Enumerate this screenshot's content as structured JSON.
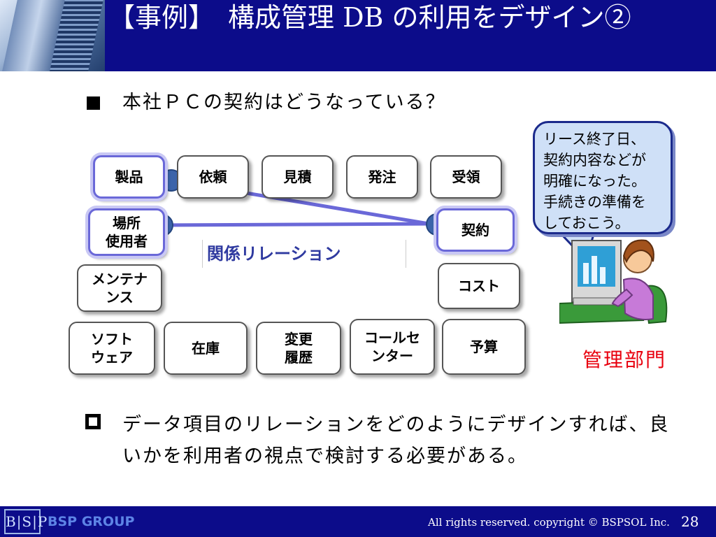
{
  "header": {
    "title": "【事例】　構成管理 DB の利用をデザイン②"
  },
  "bullet1": "本社ＰＣの契約はどうなっている？",
  "diagram": {
    "row1": [
      "製品",
      "依頼",
      "見積",
      "発注",
      "受領"
    ],
    "place_user": "場所\n使用者",
    "contract": "契約",
    "relation_label": "関係リレーション",
    "maintenance": "メンテナ\nンス",
    "cost": "コスト",
    "row4": [
      "ソフト\nウェア",
      "在庫",
      "変更\n履歴",
      "コールセ\nンター",
      "予算"
    ]
  },
  "bubble": "リース終了日、\n契約内容などが\n明確になった。\n手続きの準備を\nしておこう。",
  "dept_label": "管理部門",
  "bullet2": "データ項目のリレーションをどのようにデザインすれば、良いかを利用者の視点で検討する必要がある。",
  "footer": {
    "logo": "B|S|P",
    "brand": "BSP GROUP",
    "copyright": "All rights reserved. copyright © BSPSOL Inc.",
    "page": "28"
  },
  "colors": {
    "header_bg": "#0c0c8a",
    "link_line": "#6a68d8",
    "node_fill": "#3c64aa",
    "dept_text": "#e8000e"
  }
}
